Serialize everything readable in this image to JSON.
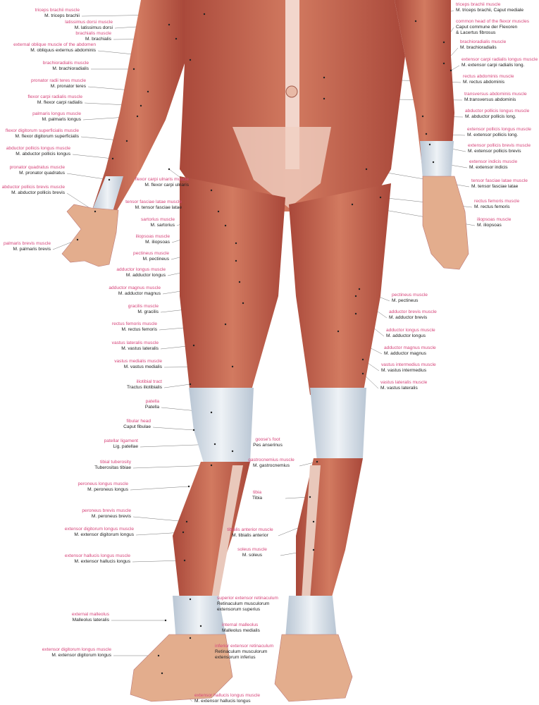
{
  "colors": {
    "english_label": "#d6457a",
    "latin_label": "#222222",
    "muscle": "#c2604a",
    "tendon": "#dde4ec",
    "skin": "#e3ad8d"
  },
  "labels": [
    {
      "en": "triceps brachii muscle",
      "la": "M. triceps brachii"
    },
    {
      "en": "latissimus dorsi muscle",
      "la": "M. latissimus dorsi"
    },
    {
      "en": "brachialis muscle",
      "la": "M. brachialis"
    },
    {
      "en": "external oblique muscle of the abdomen",
      "la": "M. obliquus  externus abdominis"
    },
    {
      "en": "brachioradialis muscle",
      "la": "M. brachioradialis"
    },
    {
      "en": "pronator radii teres muscle",
      "la": "M. pronator teres"
    },
    {
      "en": "flexor carpi radialis muscle",
      "la": "M. flexor carpi radialis"
    },
    {
      "en": "palmaris longus muscle",
      "la": "M. palmaris longus"
    },
    {
      "en": "flexor digitorum superficialis muscle",
      "la": "M. flexor digitorum superficialis"
    },
    {
      "en": "abductor pollicis longus muscle",
      "la": "M. abductor pollicis longus"
    },
    {
      "en": "pronator quadratus  muscle",
      "la": "M. pronator quadratus"
    },
    {
      "en": "abductor pollicis brevis muscle",
      "la": "M. abductor pollicis brevis"
    },
    {
      "en": "palmaris brevis muscle",
      "la": "M. palmaris brevis"
    },
    {
      "en": "flexor carpi ulnaris muscle",
      "la": "M. flexor carpi ulnaris"
    },
    {
      "en": "tensor fasciae latae muscle",
      "la": "M. tensor fasciae latae"
    },
    {
      "en": "sartorius muscle",
      "la": "M. sartorius"
    },
    {
      "en": "iliopsoas muscle",
      "la": "M. iliopsoas"
    },
    {
      "en": "pectineus muscle",
      "la": "M. pectineus"
    },
    {
      "en": "adductor longus muscle",
      "la": "M. adductor longus"
    },
    {
      "en": "adductor magnus muscle",
      "la": "M. adductor magnus"
    },
    {
      "en": "gracilis muscle",
      "la": "M. gracilis"
    },
    {
      "en": "rectus femoris muscle",
      "la": "M. rectus femoris"
    },
    {
      "en": "vastus lateralis muscle",
      "la": "M. vastus lateralis"
    },
    {
      "en": "vastus medialis muscle",
      "la": "M. vastus medialis"
    },
    {
      "en": "iliotibial tract",
      "la": "Tractus iliotibialis"
    },
    {
      "en": "patella",
      "la": "Patella"
    },
    {
      "en": "fibular head",
      "la": "Caput fibulae"
    },
    {
      "en": "patellar ligament",
      "la": "Lig. patellae"
    },
    {
      "en": "tibial tuberosity",
      "la": "Tuberositas tibiae"
    },
    {
      "en": "peroneus longus muscle",
      "la": "M. peroneus longus"
    },
    {
      "en": "peroneus brevis muscle",
      "la": "M. peroneus brevis"
    },
    {
      "en": "extensor digitorum longus muscle",
      "la": "M. extensor digitorum longus"
    },
    {
      "en": "extensor hallucis longus muscle",
      "la": "M. extensor hallucis longus"
    },
    {
      "en": "external malleolus",
      "la": "Malleolus lateralis"
    },
    {
      "en": "extensor digitorum longus muscle",
      "la": "M. extensor digitorum longus"
    },
    {
      "en": "goose's foot",
      "la": "Pes anserinus"
    },
    {
      "en": "gastrocnemius muscle",
      "la": "M. gastrocnemius"
    },
    {
      "en": "tibia",
      "la": "Tibia"
    },
    {
      "en": "tibialis anterior muscle",
      "la": "M. tibialis anterior"
    },
    {
      "en": "soleus muscle",
      "la": "M. soleus"
    },
    {
      "en": "superior extensor retinaculum",
      "la": "Retinaculum  musculorum",
      "la2": "extensorum superius"
    },
    {
      "en": "internal malleolus",
      "la": "Malleolus medialis"
    },
    {
      "en": "inferior extensor retinaculum",
      "la": "Retinaculum  musculorum",
      "la2": "extensorum inferius"
    },
    {
      "en": "extensor hallucis longus muscle",
      "la": "M. extensor hallucis longus"
    },
    {
      "en": "triceps brachii muscle",
      "la": "M. triceps brachii, Caput mediale"
    },
    {
      "en": "common head of the flexor muscles",
      "la": "Caput commune der Flexoren",
      "la2": "& Lacertus fibrosus"
    },
    {
      "en": "brachioradialis muscle",
      "la": "M. brachioradialis"
    },
    {
      "en": "extensor carpi radialis longus muscle",
      "la": "M. extensor carpi radialis long."
    },
    {
      "en": "rectus abdominis muscle",
      "la": "M. rectus abdominis"
    },
    {
      "en": "transversus abdominis muscle",
      "la": "M.transversus abdominis"
    },
    {
      "en": "abductor pollicis longus muscle",
      "la": "M. abductor pollicis long."
    },
    {
      "en": "extensor pollicis longus muscle",
      "la": "M. extensor pollicis long."
    },
    {
      "en": "extensor pollicis brevis muscle",
      "la": "M. extensor pollicis brevis"
    },
    {
      "en": "extensor indicis muscle",
      "la": "M. extensor indicis"
    },
    {
      "en": "tensor fasciae latae muscle",
      "la": "M. tensor fasciae latae"
    },
    {
      "en": "rectus femoris muscle",
      "la": "M. rectus femoris"
    },
    {
      "en": "iliopsoas muscle",
      "la": "M. iliopsoas"
    },
    {
      "en": "pectineus muscle",
      "la": "M. pectineus"
    },
    {
      "en": "adductor brevis muscle",
      "la": "M. adductor brevis"
    },
    {
      "en": "adductor longus muscle",
      "la": "M. adductor longus"
    },
    {
      "en": "adductor magnus muscle",
      "la": "M. adductor magnus"
    },
    {
      "en": "vastus intermedius muscle",
      "la": "M. vastus intermedius"
    },
    {
      "en": "vastus lateralis muscle",
      "la": "M. vastus lateralis"
    }
  ]
}
